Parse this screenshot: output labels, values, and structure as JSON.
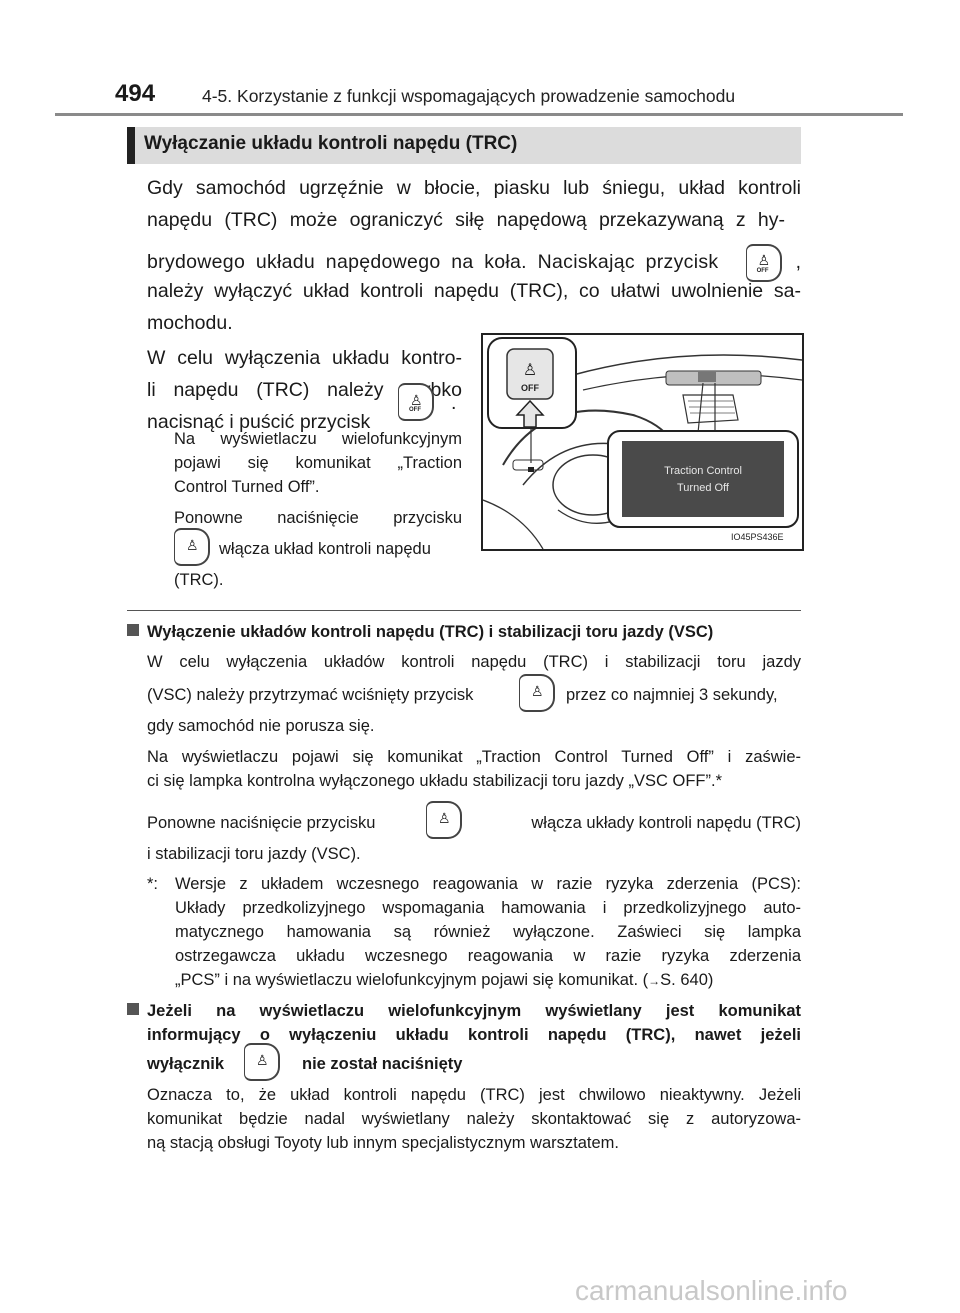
{
  "header": {
    "page_number": "494",
    "chapter_title": "4-5. Korzystanie z funkcji wspomagających prowadzenie samochodu"
  },
  "section": {
    "title": "Wyłączanie układu kontroli napędu (TRC)"
  },
  "intro": {
    "line1": "Gdy samochód ugrzęźnie w błocie, piasku lub śniegu, układ kontroli",
    "line2": "napędu (TRC) może ograniczyć siłę napędową przekazywaną z hy-",
    "line3a": "brydowego układu napędowego na koła. Naciskając przycisk",
    "line3b": ",",
    "line4": "należy wyłączyć układ kontroli napędu (TRC), co ułatwi uwolnienie sa-",
    "line5": "mochodu."
  },
  "steps": {
    "line1": "W celu wyłączenia układu kontro-",
    "line2": "li napędu (TRC) należy szybko",
    "line3a": "nacisnąć i puścić przycisk",
    "line3b": ".",
    "note1": "Na wyświetlaczu wielofunkcyjnym",
    "note2": "pojawi się komunikat „Traction",
    "note3": "Control Turned Off”.",
    "again1": "Ponowne naciśnięcie przycisku",
    "again2": "włącza układ kontroli napędu",
    "again3": "(TRC)."
  },
  "illustration": {
    "display_line1": "Traction Control",
    "display_line2": "Turned Off",
    "button_label": "OFF",
    "code": "IO45PS436E"
  },
  "subsection1": {
    "title": "Wyłączenie układów kontroli napędu (TRC) i stabilizacji toru jazdy (VSC)",
    "p1_line1": "W celu wyłączenia układów kontroli napędu (TRC) i stabilizacji toru jazdy",
    "p1_line2a": "(VSC) należy przytrzymać wciśnięty przycisk",
    "p1_line2b": "przez co najmniej 3 sekundy,",
    "p1_line3": "gdy samochód nie porusza się.",
    "p2_line1": "Na wyświetlaczu pojawi się komunikat „Traction Control Turned Off” i zaświe-",
    "p2_line2": "ci się lampka kontrolna wyłączonego układu stabilizacji toru jazdy „VSC OFF”.*",
    "p3_line1a": "Ponowne naciśnięcie przycisku",
    "p3_line1b": "włącza układy kontroli napędu (TRC)",
    "p3_line2": "i stabilizacji toru jazdy (VSC).",
    "fn_mark": "*:",
    "fn_line1": "Wersje z układem wczesnego reagowania w razie ryzyka zderzenia (PCS):",
    "fn_line2": "Układy przedkolizyjnego wspomagania hamowania i przedkolizyjnego auto-",
    "fn_line3": "matycznego hamowania są również wyłączone. Zaświeci się lampka",
    "fn_line4": "ostrzegawcza układu wczesnego reagowania w razie ryzyka zderzenia",
    "fn_line5a": "„PCS” i na wyświetlaczu wielofunkcyjnym pojawi się komunikat. (",
    "fn_arrow": "→",
    "fn_line5b": "S. 640)"
  },
  "subsection2": {
    "title_line1": "Jeżeli na wyświetlaczu wielofunkcyjnym wyświetlany jest komunikat",
    "title_line2": "informujący o wyłączeniu układu kontroli napędu (TRC), nawet jeżeli",
    "title_line3a": "wyłącznik",
    "title_line3b": "nie został naciśnięty",
    "p_line1": "Oznacza to, że układ kontroli napędu (TRC) jest chwilowo nieaktywny. Jeżeli",
    "p_line2": "komunikat będzie nadal wyświetlany należy skontaktować się z autoryzowa-",
    "p_line3": "ną stacją obsługi Toyoty lub innym specjalistycznym warsztatem."
  },
  "watermark": "carmanualsonline.info"
}
